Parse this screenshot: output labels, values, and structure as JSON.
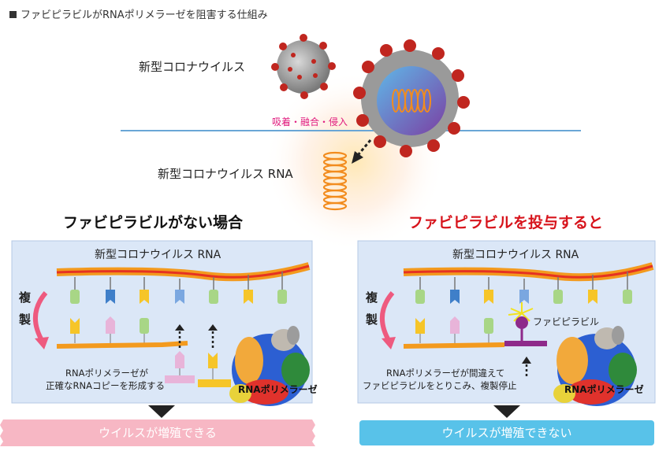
{
  "header": {
    "title": "ファビピラビルがRNAポリメラーゼを阻害する仕組み"
  },
  "top": {
    "virus_label": "新型コロナウイルス",
    "entry_label": "吸着・融合・侵入",
    "rna_label": "新型コロナウイルス RNA"
  },
  "left_panel": {
    "heading": "ファビピラビルがない場合",
    "rna_label": "新型コロナウイルス RNA",
    "replication_label_1": "複",
    "replication_label_2": "製",
    "caption_line1": "RNAポリメラーゼが",
    "caption_line2": "正確なRNAコピーを形成する",
    "polymerase_label": "RNAポリメラーゼ",
    "result": "ウイルスが増殖できる"
  },
  "right_panel": {
    "heading": "ファビピラビルを投与すると",
    "rna_label": "新型コロナウイルス RNA",
    "replication_label_1": "複",
    "replication_label_2": "製",
    "favipiravir_label": "ファビピラビル",
    "caption_line1": "RNAポリメラーゼが間違えて",
    "caption_line2": "ファビピラビルをとりこみ、複製停止",
    "polymerase_label": "RNAポリメラーゼ",
    "result": "ウイルスが増殖できない"
  },
  "colors": {
    "heading_right": "#d7131b",
    "entry_label": "#e0197d",
    "result_left_bg": "#f7b7c4",
    "result_right_bg": "#58c2e9",
    "panel_bg": "#dbe7f7",
    "favipiravir": "#8e2a8a"
  }
}
